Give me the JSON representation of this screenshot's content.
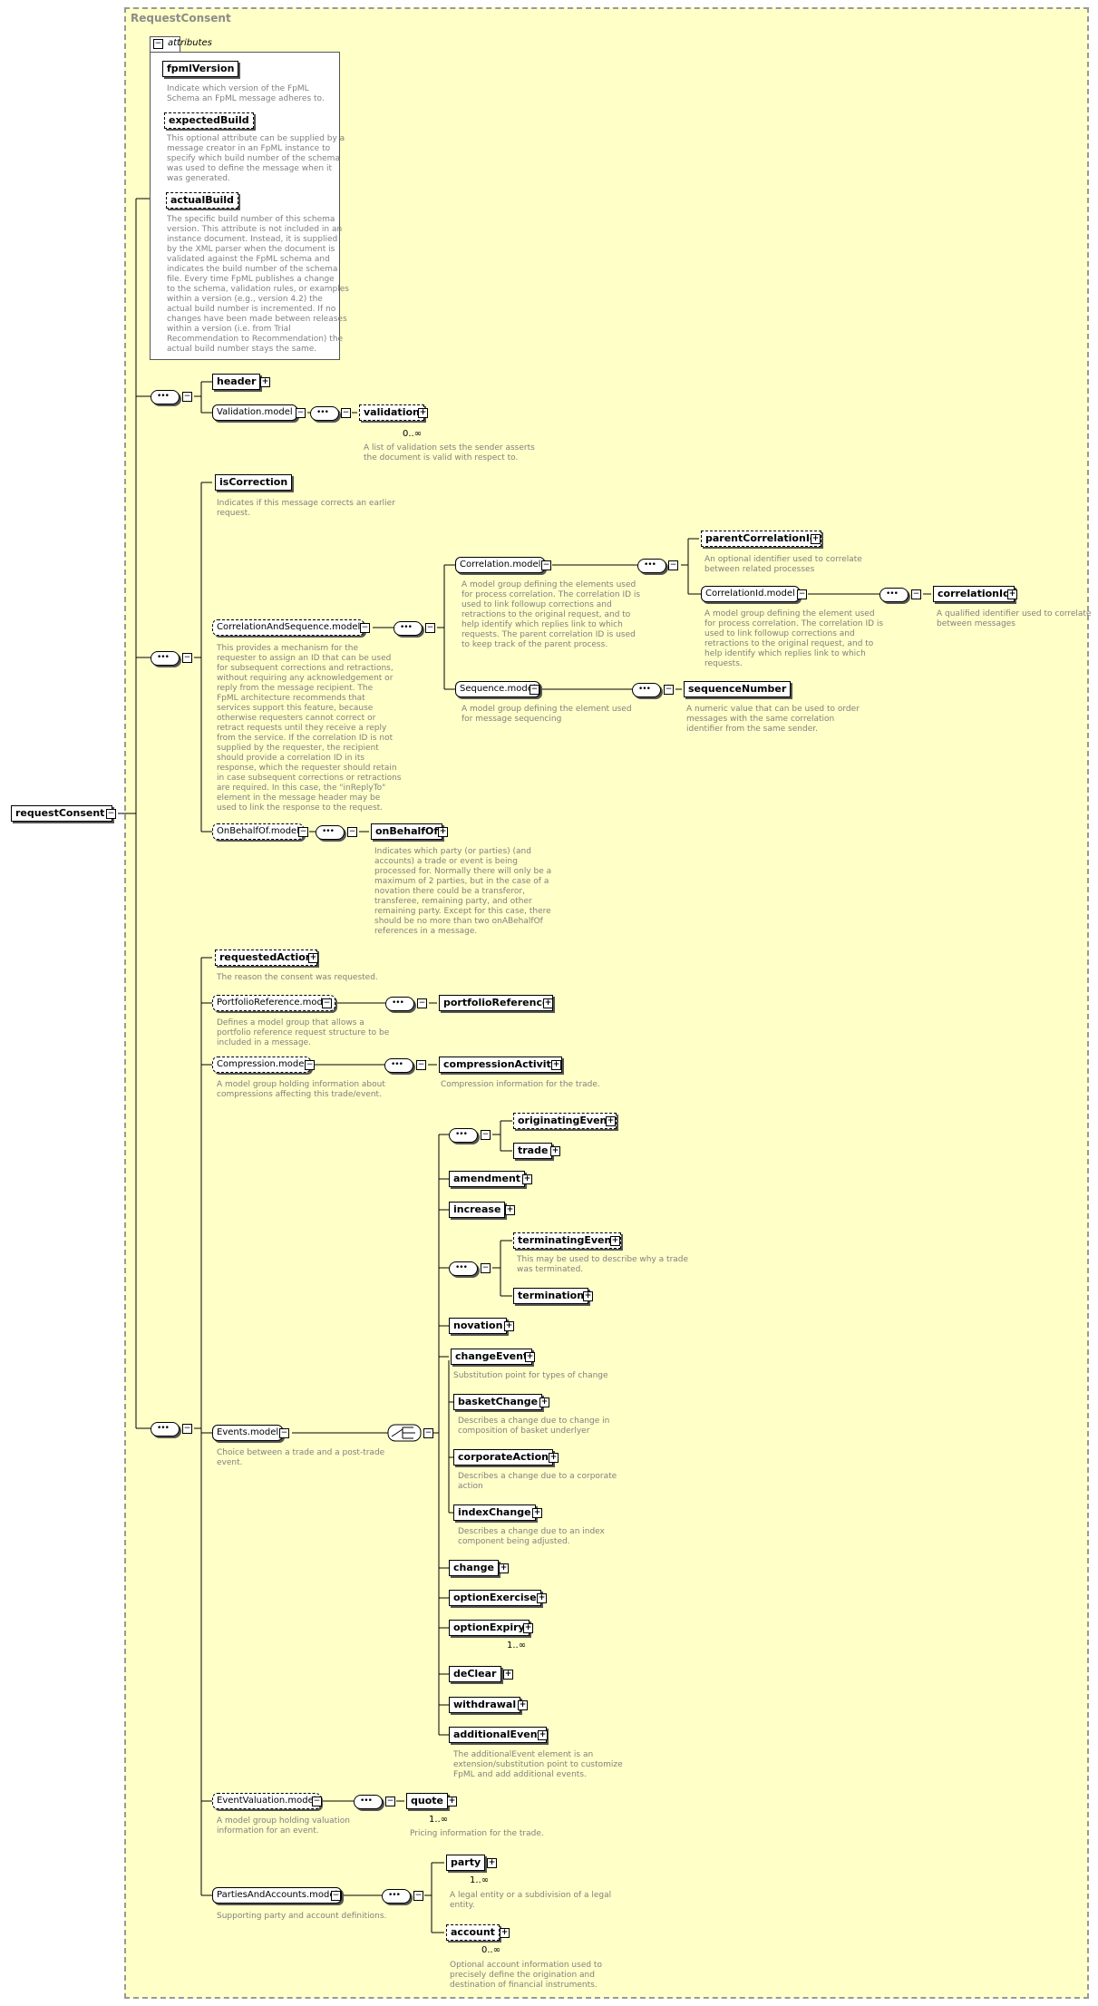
{
  "diagram": {
    "frame_title": "RequestConsent",
    "root": "requestConsent",
    "attributes_label": "attributes",
    "attributes": [
      {
        "name": "fpmlVersion",
        "desc": "Indicate which version of the FpML\nSchema an FpML message adheres to."
      },
      {
        "name": "expectedBuild",
        "desc": "This optional attribute can be supplied by a\nmessage creator in an FpML instance to\nspecify which build number of the schema\nwas used to define the message when it\nwas generated."
      },
      {
        "name": "actualBuild",
        "desc": "The specific build number of this schema\nversion. This attribute is not included in an\ninstance document. Instead, it is supplied\nby the XML parser when the document is\nvalidated against the FpML schema and\nindicates the build number of the schema\nfile. Every time FpML publishes a change\nto the schema, validation rules, or examples\nwithin a version (e.g., version 4.2) the\nactual build number is incremented. If no\nchanges have been made between releases\nwithin a version (i.e. from Trial\nRecommendation to Recommendation) the\nactual build number stays the same."
      }
    ],
    "header": "header",
    "validation_model": "Validation.model",
    "validation": "validation",
    "validation_card": "0..∞",
    "validation_desc": "A list of validation sets the sender asserts\nthe document is valid with respect to.",
    "isCorrection": "isCorrection",
    "isCorrection_desc": "Indicates if this message corrects an earlier\nrequest.",
    "corr_seq_model": "CorrelationAndSequence.model",
    "corr_seq_desc": "This provides a mechanism for the\nrequester to assign an ID that can be used\nfor subsequent corrections and retractions,\nwithout requiring any acknowledgement or\nreply from the message recipient. The\nFpML architecture recommends that\nservices support this feature, because\notherwise requesters cannot correct or\nretract requests until they receive a reply\nfrom the service. If the correlation ID is not\nsupplied by the requester, the recipient\nshould provide a correlation ID in its\nresponse, which the requester should retain\nin case subsequent corrections or retractions\nare required. In this case, the \"inReplyTo\"\nelement in the message header may be\nused to link the response to the request.",
    "correlation_model": "Correlation.model",
    "correlation_desc": "A model group defining the elements used\nfor process correlation. The correlation ID is\nused to link followup corrections and\nretractions to the original request, and to\nhelp identify which replies link to which\nrequests. The parent correlation ID is used\nto keep track of the parent process.",
    "parentCorrelationId": "parentCorrelationId",
    "parentCorrelationId_desc": "An optional identifier used to correlate\nbetween related processes",
    "correlationId_model": "CorrelationId.model",
    "correlationId_model_desc": "A model group defining the element used\nfor process correlation. The correlation ID is\nused to link followup corrections and\nretractions to the original request, and to\nhelp identify which replies link to which\nrequests.",
    "correlationId": "correlationId",
    "correlationId_desc": "A qualified identifier used to correlate\nbetween messages",
    "sequence_model": "Sequence.model",
    "sequence_desc": "A model group defining the element used\nfor message sequencing",
    "sequenceNumber": "sequenceNumber",
    "sequenceNumber_desc": "A numeric value that can be used to order\nmessages with the same correlation\nidentifier from the same sender.",
    "onBehalfOf_model": "OnBehalfOf.model",
    "onBehalfOf": "onBehalfOf",
    "onBehalfOf_desc": "Indicates which party (or parties) (and\naccounts) a trade or event is being\nprocessed for. Normally there will only be a\nmaximum of 2 parties, but in the case of a\nnovation there could be a transferor,\ntransferee, remaining party, and other\nremaining party. Except for this case, there\nshould be no more than two onABehalfOf\nreferences in a message.",
    "requestedAction": "requestedAction",
    "requestedAction_desc": "The reason the consent was requested.",
    "portfolioRef_model": "PortfolioReference.model",
    "portfolioRef_model_desc": "Defines a model group that allows a\nportfolio reference request structure to be\nincluded in a message.",
    "portfolioReference": "portfolioReference",
    "compression_model": "Compression.model",
    "compression_model_desc": "A model group holding information about\ncompressions affecting this trade/event.",
    "compressionActivity": "compressionActivity",
    "compressionActivity_desc": "Compression information for the trade.",
    "events_model": "Events.model",
    "events_model_desc": "Choice between a trade and a post-trade\nevent.",
    "originatingEvent": "originatingEvent",
    "trade": "trade",
    "amendment": "amendment",
    "increase": "increase",
    "terminatingEvent": "terminatingEvent",
    "terminatingEvent_desc": "This may be used to describe why a trade\nwas terminated.",
    "termination": "termination",
    "novation": "novation",
    "changeEvent": "changeEvent",
    "changeEvent_desc": "Substitution point for types of change",
    "basketChange": "basketChange",
    "basketChange_desc": "Describes a change due to change in\ncomposition of basket underlyer",
    "corporateAction": "corporateAction",
    "corporateAction_desc": "Describes a change due to a corporate\naction",
    "indexChange": "indexChange",
    "indexChange_desc": "Describes a change due to an index\ncomponent being adjusted.",
    "change": "change",
    "optionExercise": "optionExercise",
    "optionExpiry": "optionExpiry",
    "optionExpiry_card": "1..∞",
    "deClear": "deClear",
    "withdrawal": "withdrawal",
    "additionalEvent": "additionalEvent",
    "additionalEvent_desc": "The additionalEvent element is an\nextension/substitution point to customize\nFpML and add additional events.",
    "eventValuation_model": "EventValuation.model",
    "eventValuation_model_desc": "A model group holding valuation\ninformation for an event.",
    "quote": "quote",
    "quote_card": "1..∞",
    "quote_desc": "Pricing information for the trade.",
    "partiesAccounts_model": "PartiesAndAccounts.model",
    "partiesAccounts_model_desc": "Supporting party and account definitions.",
    "party": "party",
    "party_card": "1..∞",
    "party_desc": "A legal entity or a subdivision of a legal\nentity.",
    "account": "account",
    "account_card": "0..∞",
    "account_desc": "Optional account information used to\nprecisely define the origination and\ndestination of financial instruments."
  }
}
